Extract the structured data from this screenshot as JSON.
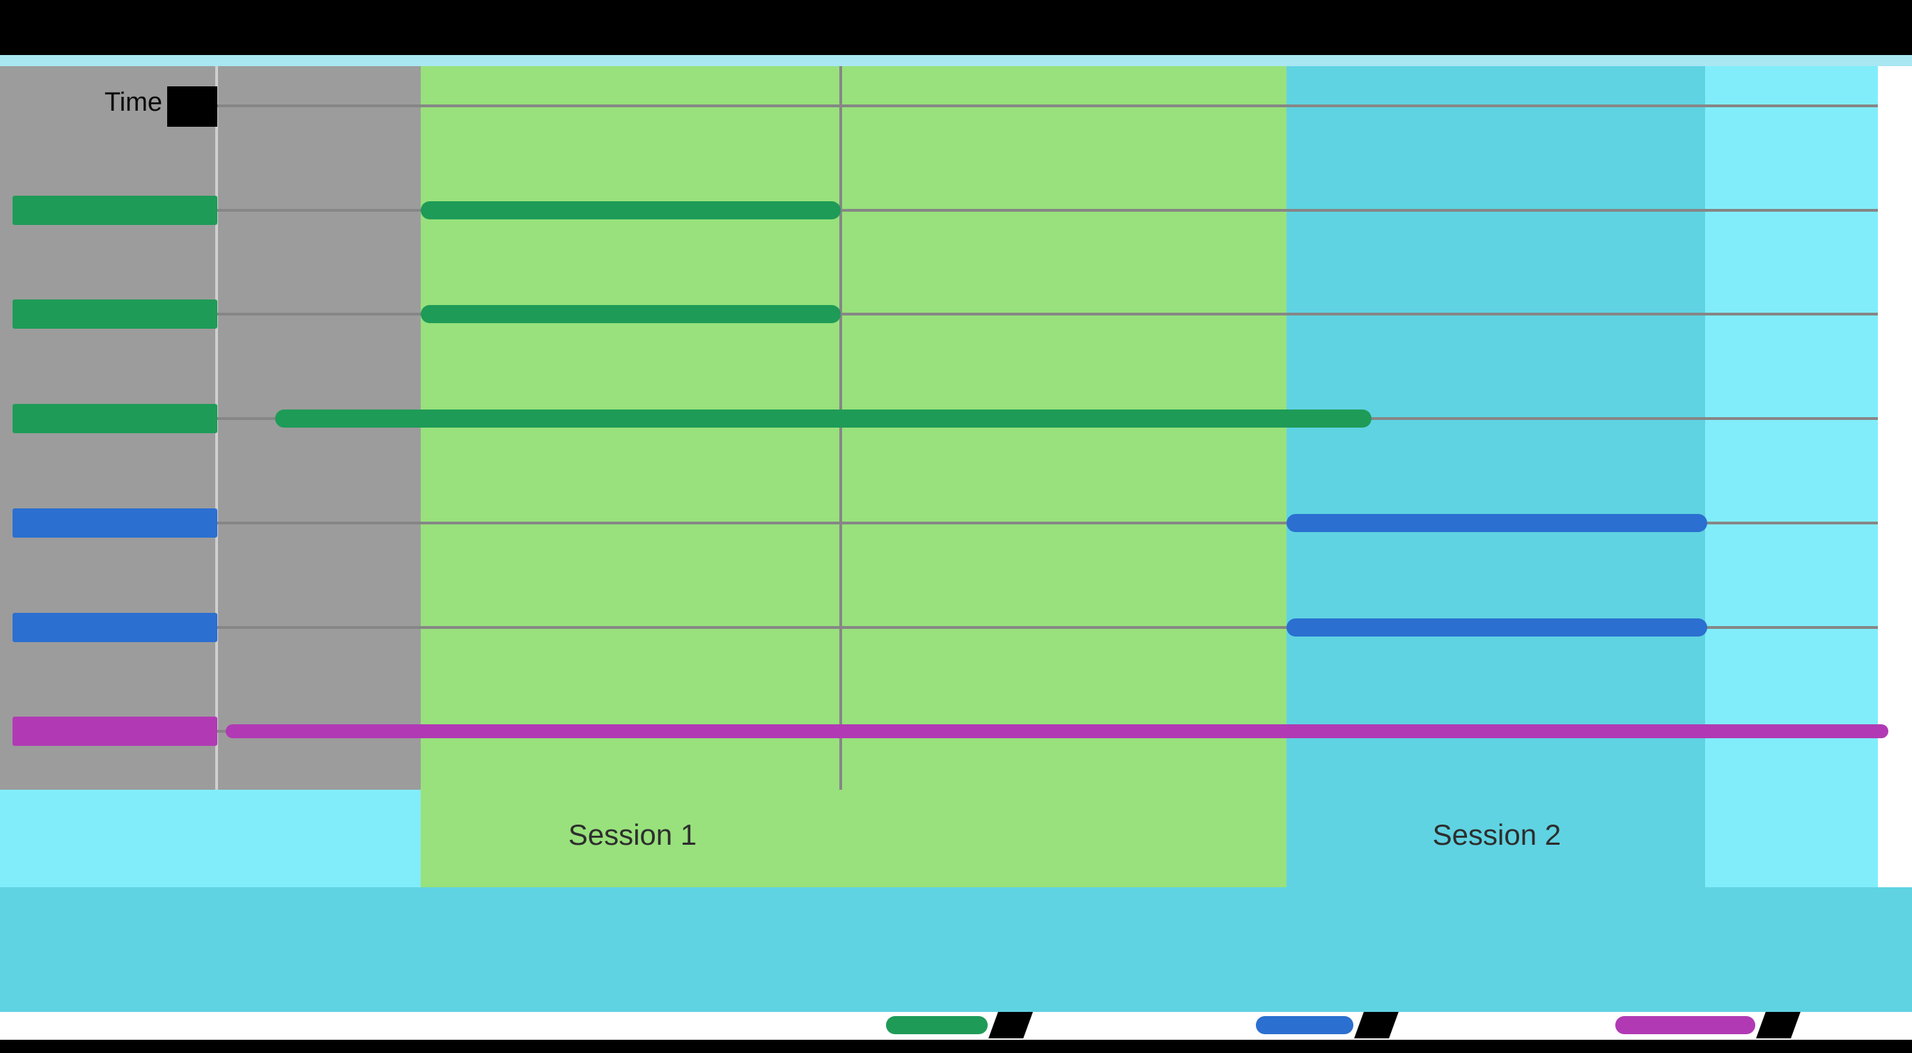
{
  "axis": {
    "label": "Time"
  },
  "chart_data": {
    "type": "timeline",
    "x_axis": {
      "label": "Time",
      "tick_labels_visible": false,
      "units": "percent_of_timeline_width"
    },
    "regions": [
      {
        "name": "pre-session",
        "label": "",
        "start": 0,
        "end": 12.0,
        "color": "#9c9c9c"
      },
      {
        "name": "session-1",
        "label": "Session 1",
        "start": 12.0,
        "end": 63.1,
        "color": "#98e17c",
        "label_center_pct": 24.5
      },
      {
        "name": "session-2",
        "label": "Session 2",
        "start": 63.1,
        "end": 87.8,
        "color": "#5fd3e2",
        "label_center_pct": 75.5
      },
      {
        "name": "post-session",
        "label": "",
        "start": 87.8,
        "end": 98.0,
        "color": "#81edfb"
      }
    ],
    "rows": [
      {
        "index": 1,
        "label": "",
        "label_redacted": true,
        "color": "#1e9b57",
        "bar": {
          "start": 12.0,
          "end": 36.8
        }
      },
      {
        "index": 2,
        "label": "",
        "label_redacted": true,
        "color": "#1e9b57",
        "bar": {
          "start": 12.0,
          "end": 36.8
        }
      },
      {
        "index": 3,
        "label": "",
        "label_redacted": true,
        "color": "#1e9b57",
        "bar": {
          "start": 3.4,
          "end": 68.1
        }
      },
      {
        "index": 4,
        "label": "",
        "label_redacted": true,
        "color": "#2b6fd0",
        "bar": {
          "start": 63.1,
          "end": 87.9
        }
      },
      {
        "index": 5,
        "label": "",
        "label_redacted": true,
        "color": "#2b6fd0",
        "bar": {
          "start": 63.1,
          "end": 87.9
        }
      },
      {
        "index": 6,
        "label": "",
        "label_redacted": true,
        "color": "#b13ab4",
        "bar": {
          "start": 0.5,
          "end": 98.6,
          "thin": true
        }
      }
    ],
    "gridlines": {
      "horizontal_count": 7,
      "vertical_at_pct": 36.8,
      "color": "#868686"
    }
  },
  "legend": {
    "items": [
      {
        "color": "#1e9b57",
        "label": "",
        "label_redacted": true
      },
      {
        "color": "#2b6fd0",
        "label": "",
        "label_redacted": true
      },
      {
        "color": "#b13ab4",
        "label": "",
        "label_redacted": true
      }
    ]
  },
  "redactions": {
    "title_bar": true,
    "footer_bar": true,
    "axis_label_suffix": true,
    "row_labels": true,
    "legend_labels": true
  },
  "colors": {
    "background": "#ffffff",
    "plot_gray": "#9c9c9c",
    "session1_fill": "#98e17c",
    "session2_fill": "#5fd3e2",
    "post_fill": "#81edfb",
    "top_strip": "#a9e7f2",
    "bottom_band": "#5fd3e2",
    "green_series": "#1e9b57",
    "blue_series": "#2b6fd0",
    "magenta_series": "#b13ab4",
    "redaction": "#000000"
  }
}
